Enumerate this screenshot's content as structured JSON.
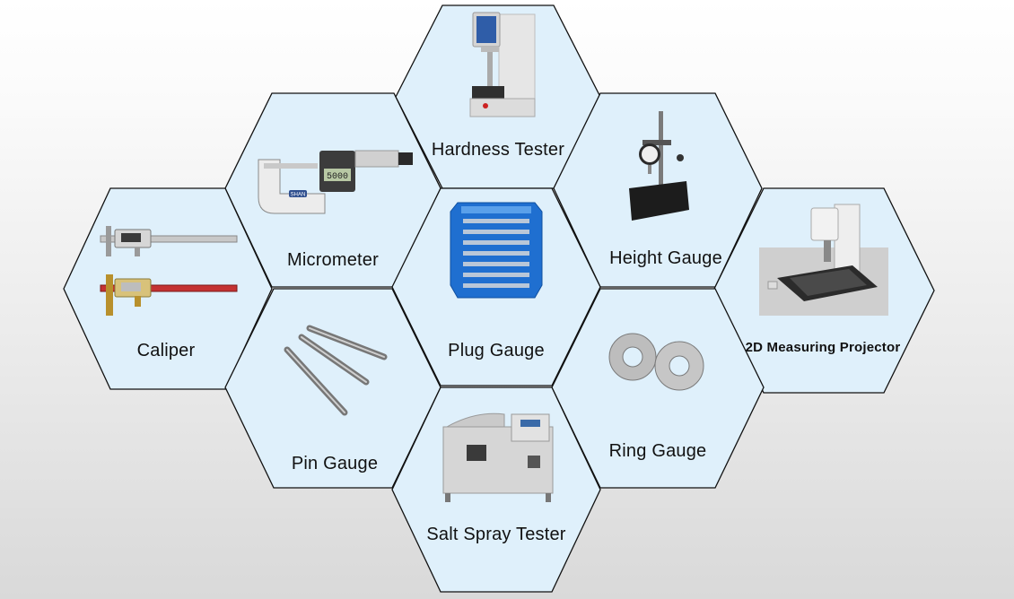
{
  "items": [
    {
      "id": "hardness-tester",
      "label": "Hardness Tester",
      "icon": "hardness-tester-icon"
    },
    {
      "id": "micrometer",
      "label": "Micrometer",
      "icon": "micrometer-icon"
    },
    {
      "id": "height-gauge",
      "label": "Height Gauge",
      "icon": "height-gauge-icon"
    },
    {
      "id": "caliper",
      "label": "Caliper",
      "icon": "caliper-icon"
    },
    {
      "id": "plug-gauge",
      "label": "Plug Gauge",
      "icon": "plug-gauge-icon"
    },
    {
      "id": "2d-measuring-projector",
      "label": "2D Measuring Projector",
      "icon": "measuring-projector-icon"
    },
    {
      "id": "pin-gauge",
      "label": "Pin Gauge",
      "icon": "pin-gauge-icon"
    },
    {
      "id": "ring-gauge",
      "label": "Ring Gauge",
      "icon": "ring-gauge-icon"
    },
    {
      "id": "salt-spray-tester",
      "label": "Salt Spray Tester",
      "icon": "salt-spray-tester-icon"
    }
  ],
  "device_readouts": {
    "micrometer_display": "5000",
    "micrometer_brand": "SHAN"
  },
  "colors": {
    "hex_fill": "#dff0fb",
    "hex_stroke": "#111111",
    "plug_gauge_blue": "#1f6fd0"
  }
}
